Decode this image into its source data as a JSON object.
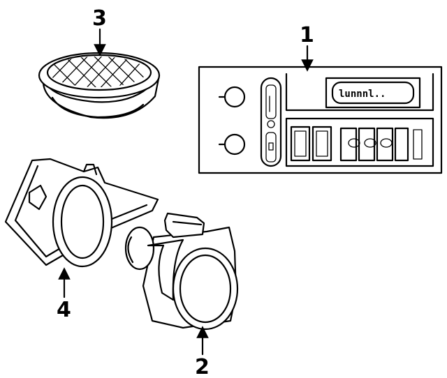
{
  "callouts": {
    "c1": "1",
    "c2": "2",
    "c3": "3",
    "c4": "4"
  },
  "radio_display_text": "lunnnl.."
}
